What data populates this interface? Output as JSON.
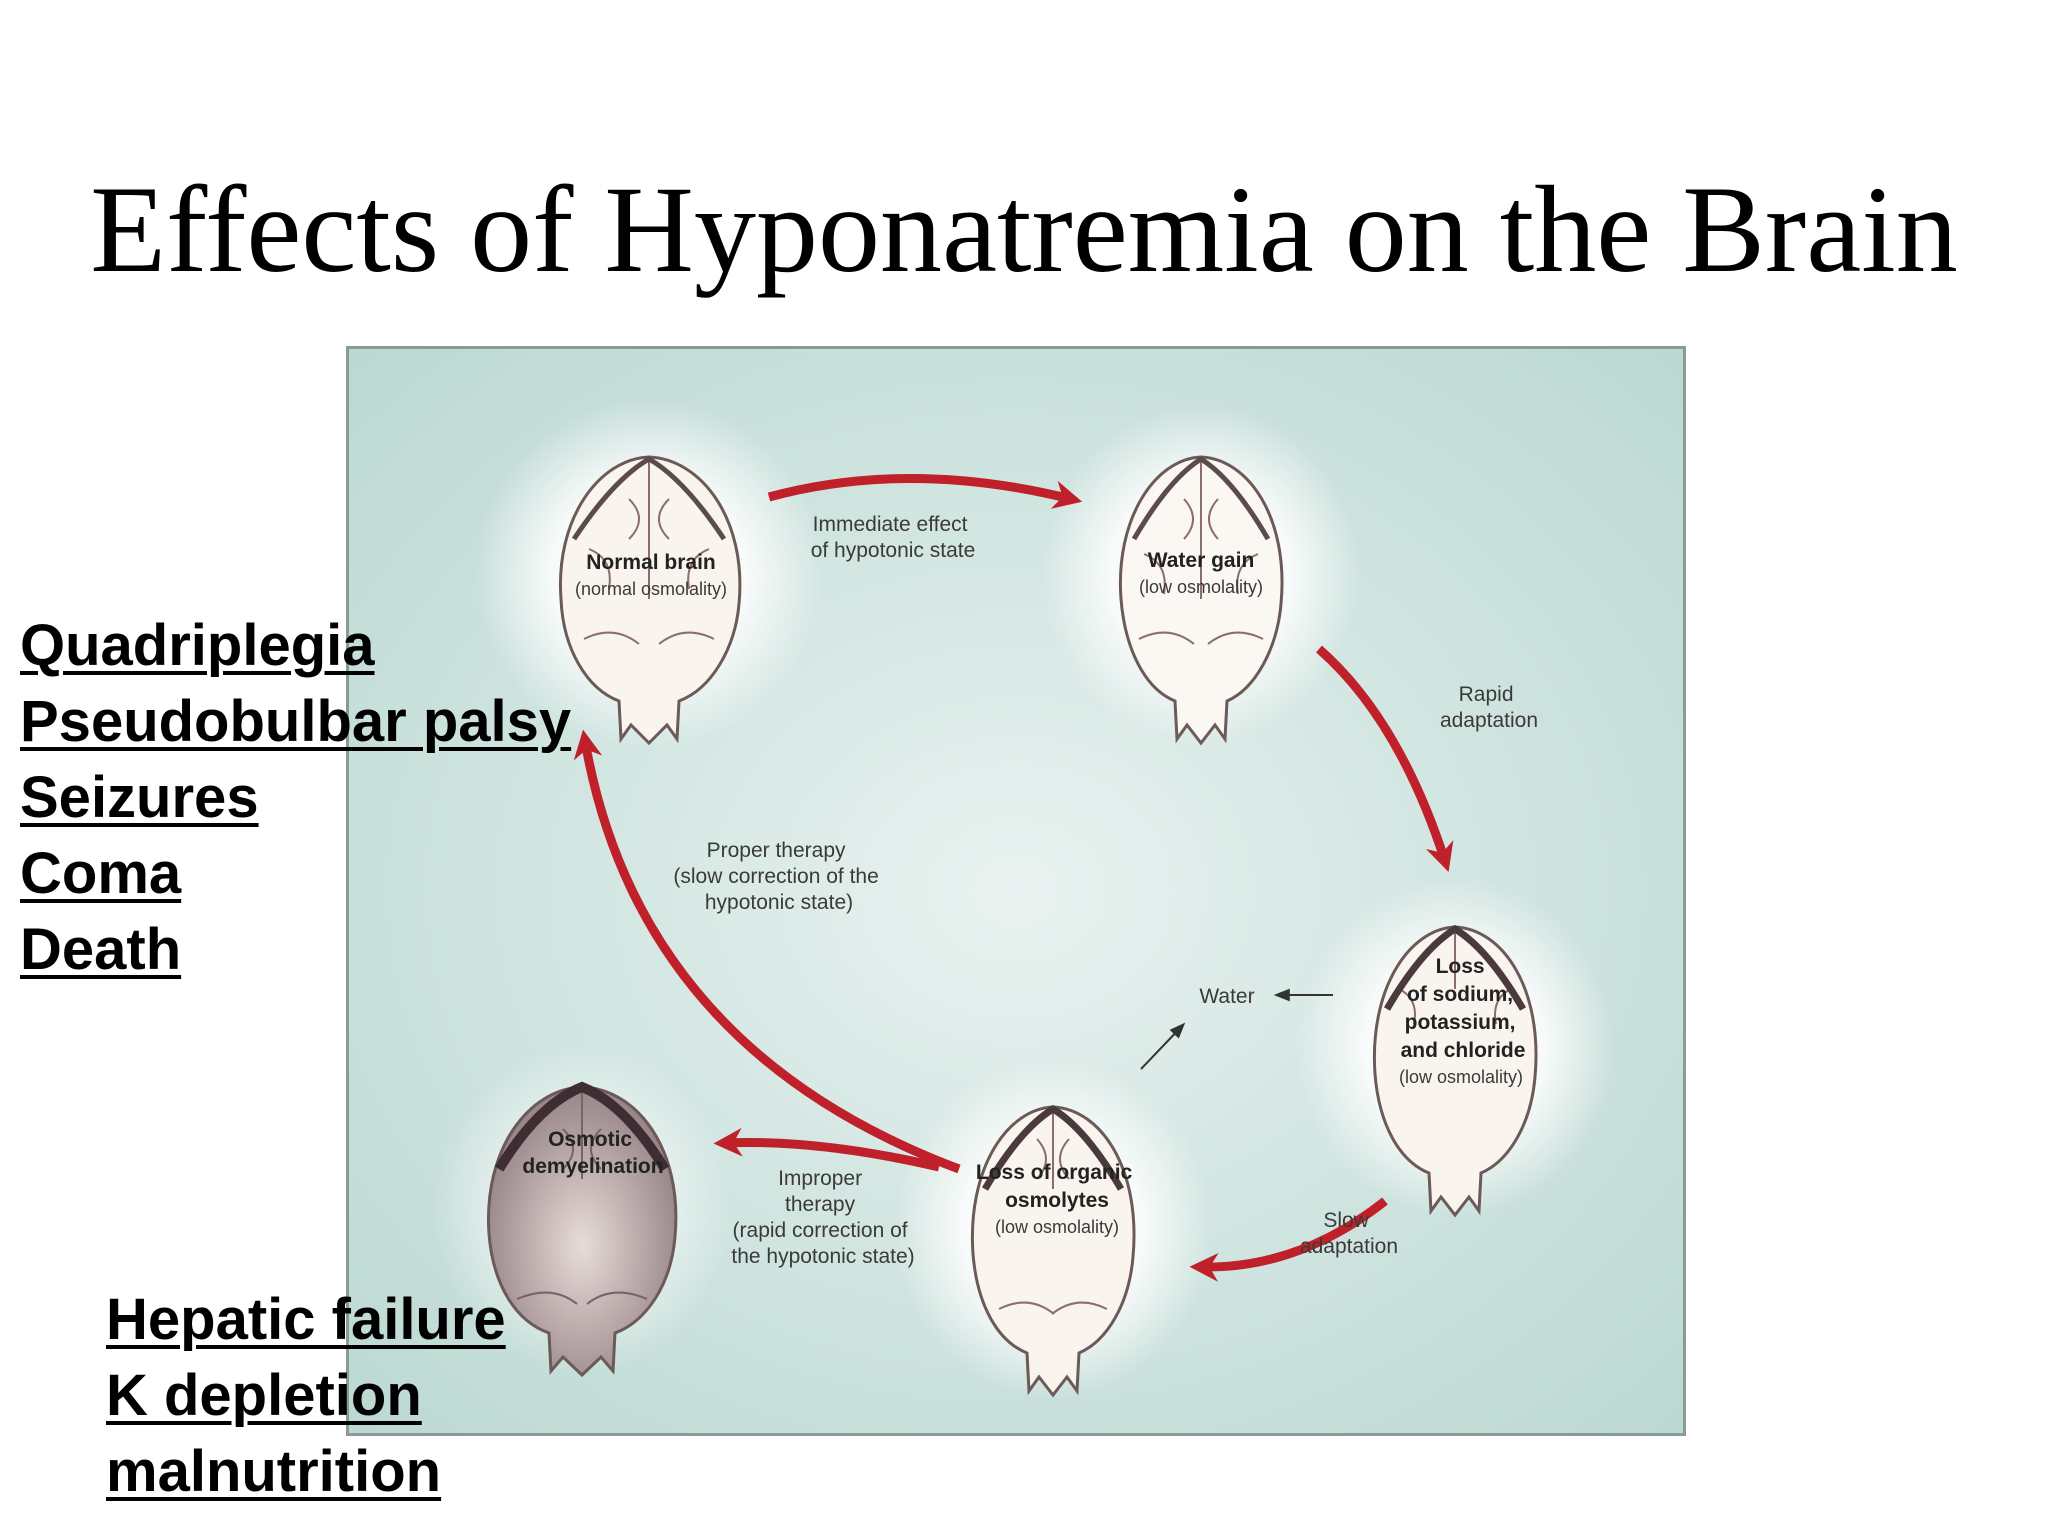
{
  "title": "Effects of Hyponatremia on the Brain",
  "diagram": {
    "brains": {
      "normal": {
        "lines": [
          "Normal brain",
          "(normal osmolality)"
        ]
      },
      "water_gain": {
        "lines": [
          "Water gain",
          "(low osmolality)"
        ]
      },
      "loss_ions": {
        "lines": [
          "Loss",
          "of sodium,",
          "potassium,",
          "and chloride",
          "(low osmolality)"
        ]
      },
      "loss_organic": {
        "lines": [
          "Loss of organic",
          "osmolytes",
          "(low osmolality)"
        ]
      },
      "demyelination": {
        "lines": [
          "Osmotic",
          "demyelination"
        ]
      }
    },
    "arrows": {
      "immediate": {
        "lines": [
          "Immediate effect",
          "of hypotonic state"
        ]
      },
      "rapid": {
        "lines": [
          "Rapid",
          "adaptation"
        ]
      },
      "slow": {
        "lines": [
          "Slow",
          "adaptation"
        ]
      },
      "proper": {
        "lines": [
          "Proper therapy",
          "(slow correction of the",
          "hypotonic state)"
        ]
      },
      "improper": {
        "lines": [
          "Improper",
          "therapy",
          "(rapid correction of",
          "the hypotonic state)"
        ]
      },
      "water": {
        "lines": [
          "Water"
        ]
      }
    },
    "colors": {
      "arrow": "#c0202a",
      "brain_fill": "#faf4ef",
      "brain_outline": "#6b5a58",
      "demyelination_fill": "#c4aeb0"
    }
  },
  "symptoms": [
    "Quadriplegia",
    "Pseudobulbar palsy",
    "Seizures",
    "Coma",
    "Death"
  ],
  "risk_factors": [
    "Hepatic failure",
    "K depletion",
    "malnutrition"
  ]
}
